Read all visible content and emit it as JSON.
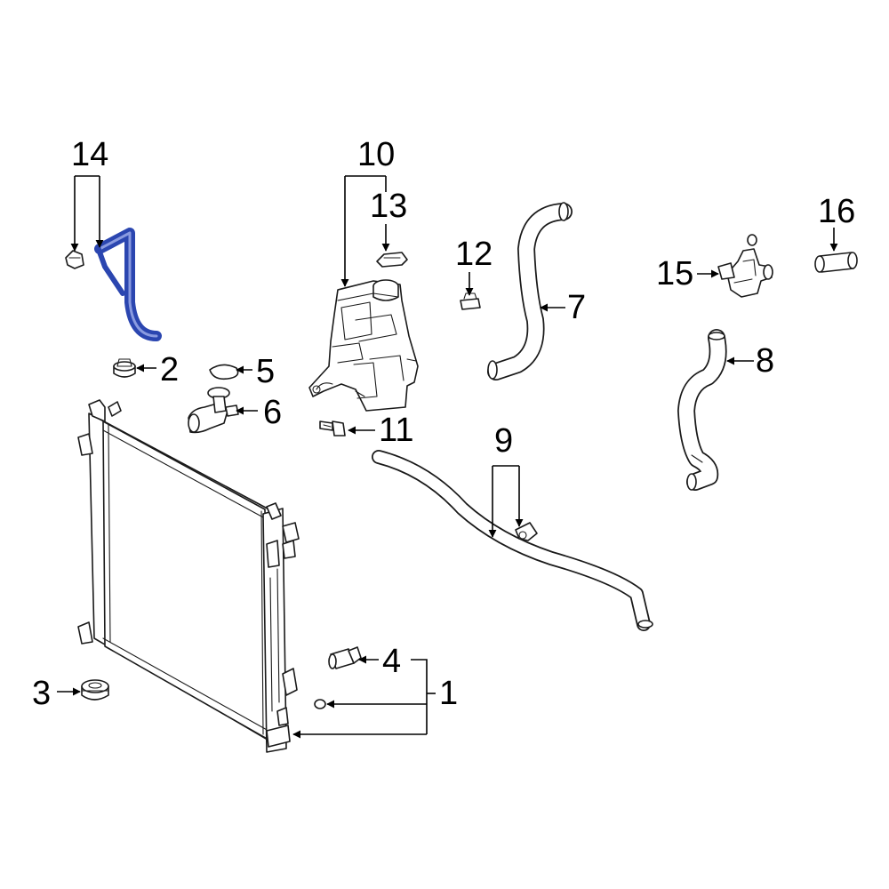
{
  "highlight_color": "#2b46b0",
  "callouts": {
    "c1": "1",
    "c2": "2",
    "c3": "3",
    "c4": "4",
    "c5": "5",
    "c6": "6",
    "c7": "7",
    "c8": "8",
    "c9": "9",
    "c10": "10",
    "c11": "11",
    "c12": "12",
    "c13": "13",
    "c14": "14",
    "c15": "15",
    "c16": "16"
  }
}
